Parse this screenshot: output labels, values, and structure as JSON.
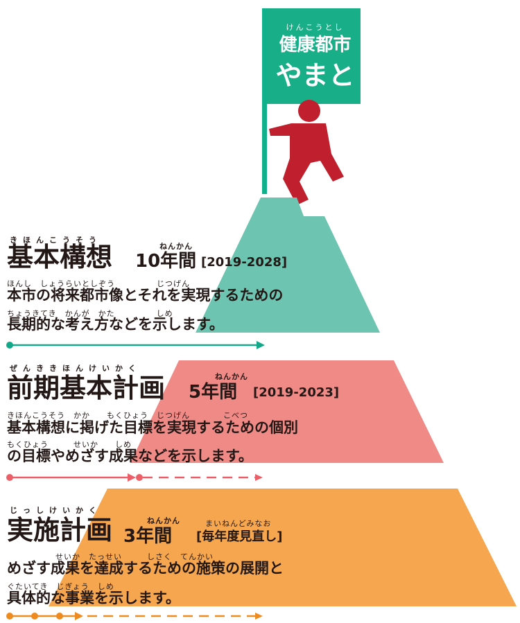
{
  "flag": {
    "ruby": "けんこうとし",
    "line1": "健康都市",
    "line2": "やまと"
  },
  "sections": [
    {
      "ruby_title": "きほんこうそう",
      "title": "基本構想",
      "ruby_years": "ねんかん",
      "years": "10年間",
      "range": "[2019-2028]",
      "line1_ruby": "ほんし　しょうらいとしぞう　　　　　じつげん",
      "line1": "本市の将来都市像とそれを実現するための",
      "line2_ruby": "ちょうきてき　かんが　かた　　　　　しめ",
      "line2": "長期的な考え方などを示します。",
      "color": "#6cc4b1"
    },
    {
      "ruby_title": "ぜんききほんけいかく",
      "title": "前期基本計画",
      "ruby_years": "ねんかん",
      "years": "5年間",
      "range": "[2019-2023]",
      "line1_ruby": "きほんこうそう　かか　　もくひょう　じつげん　　　　こべつ",
      "line1": "基本構想に掲げた目標を実現するための個別",
      "line2_ruby": "もくひょう　　　せいか　　しめ",
      "line2": "の目標やめざす成果などを示します。",
      "color": "#f08a87"
    },
    {
      "ruby_title": "じっしけいかく",
      "title": "実施計画",
      "ruby_years": "ねんかん",
      "years": "3年間",
      "ruby_review": "まいねんどみなお",
      "review": "[毎年度見直し]",
      "line1_ruby": "せいか　たっせい　　　しさく　てんかい",
      "line1": "めざす成果を達成するための施策の展開と",
      "line2_ruby": "ぐたいてき　じぎょう　しめ",
      "line2": "具体的な事業を示します。",
      "color": "#f6a64e"
    }
  ]
}
